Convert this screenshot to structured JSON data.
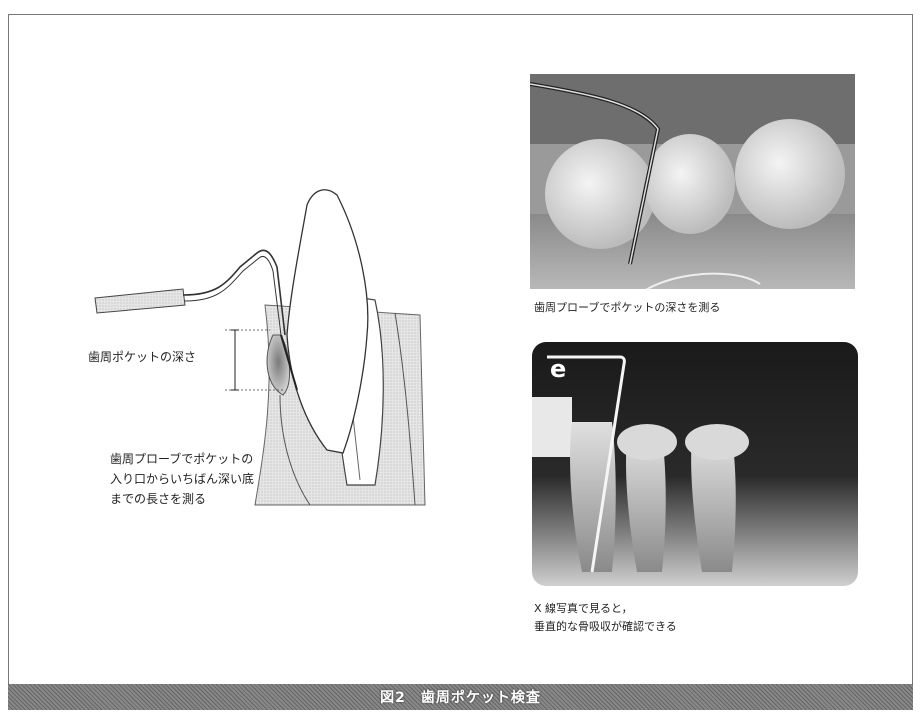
{
  "figure": {
    "caption": "図2　歯周ポケット検査"
  },
  "diagram": {
    "depth_label": "歯周ポケットの深さ",
    "probe_note_lines": [
      "歯周プローブでポケットの",
      "入り口からいちばん深い底",
      "までの長さを測る"
    ]
  },
  "photo_top": {
    "caption": "歯周プローブでポケットの深さを測る"
  },
  "photo_bottom": {
    "marker": "e",
    "caption_lines": [
      "X 線写真で見ると，",
      "垂直的な骨吸収が確認できる"
    ]
  }
}
